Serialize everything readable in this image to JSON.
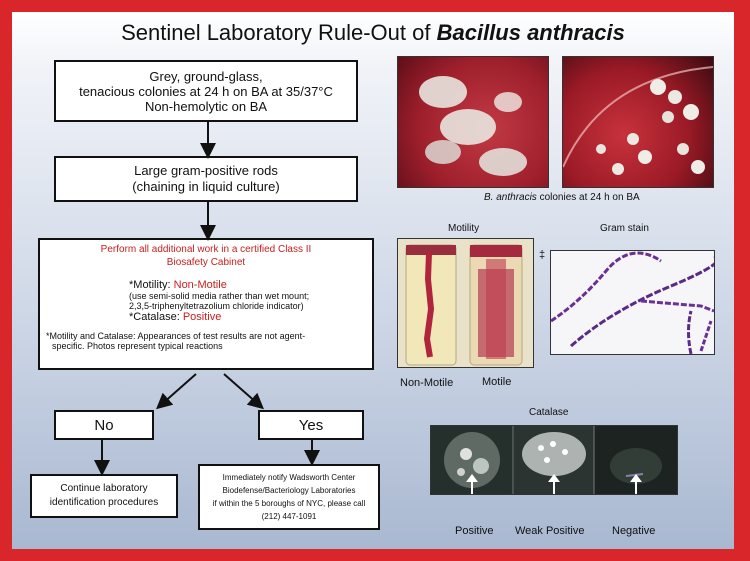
{
  "title": {
    "prefix": "Sentinel Laboratory Rule-Out of ",
    "organism": "Bacillus anthracis"
  },
  "step1": {
    "lines": [
      "Grey, ground-glass,",
      "tenacious colonies at 24 h on BA at 35/37°C",
      "Non-hemolytic on BA"
    ]
  },
  "step2": {
    "lines": [
      "Large gram-positive rods",
      "(chaining in liquid culture)"
    ]
  },
  "step3": {
    "warning": [
      "Perform all additional work in a certified Class II",
      "Biosafety Cabinet"
    ],
    "motility_label": "*Motility: ",
    "motility_value": "Non-Motile",
    "motility_note": [
      "(use semi-solid media rather than wet mount;",
      "2,3,5-triphenyltetrazolium chloride indicator)"
    ],
    "catalase_label": "*Catalase: ",
    "catalase_value": "Positive",
    "footnote": [
      "*Motility and Catalase:  Appearances of test results are not agent-",
      "specific.  Photos represent typical reactions"
    ]
  },
  "decision": {
    "no": "No",
    "yes": "Yes"
  },
  "outcome_no": [
    "Continue laboratory",
    "identification procedures"
  ],
  "outcome_yes": [
    "Immediately notify Wadsworth Center",
    "Biodefense/Bacteriology Laboratories",
    "if within the 5 boroughs of NYC, please call",
    "(212) 447-1091"
  ],
  "colonies_caption": {
    "italic": "B. anthracis",
    "rest": " colonies at 24 h on BA"
  },
  "motility": {
    "title": "Motility",
    "label_nonmotile": "Non-Motile",
    "label_motile": "Motile"
  },
  "gram": {
    "title": "Gram  stain",
    "marker": "‡"
  },
  "catalase": {
    "title": "Catalase",
    "positive": "Positive",
    "weak": "Weak Positive",
    "negative": "Negative"
  },
  "colors": {
    "accent_red": "#c81e1e",
    "border_red": "#d9262a"
  }
}
